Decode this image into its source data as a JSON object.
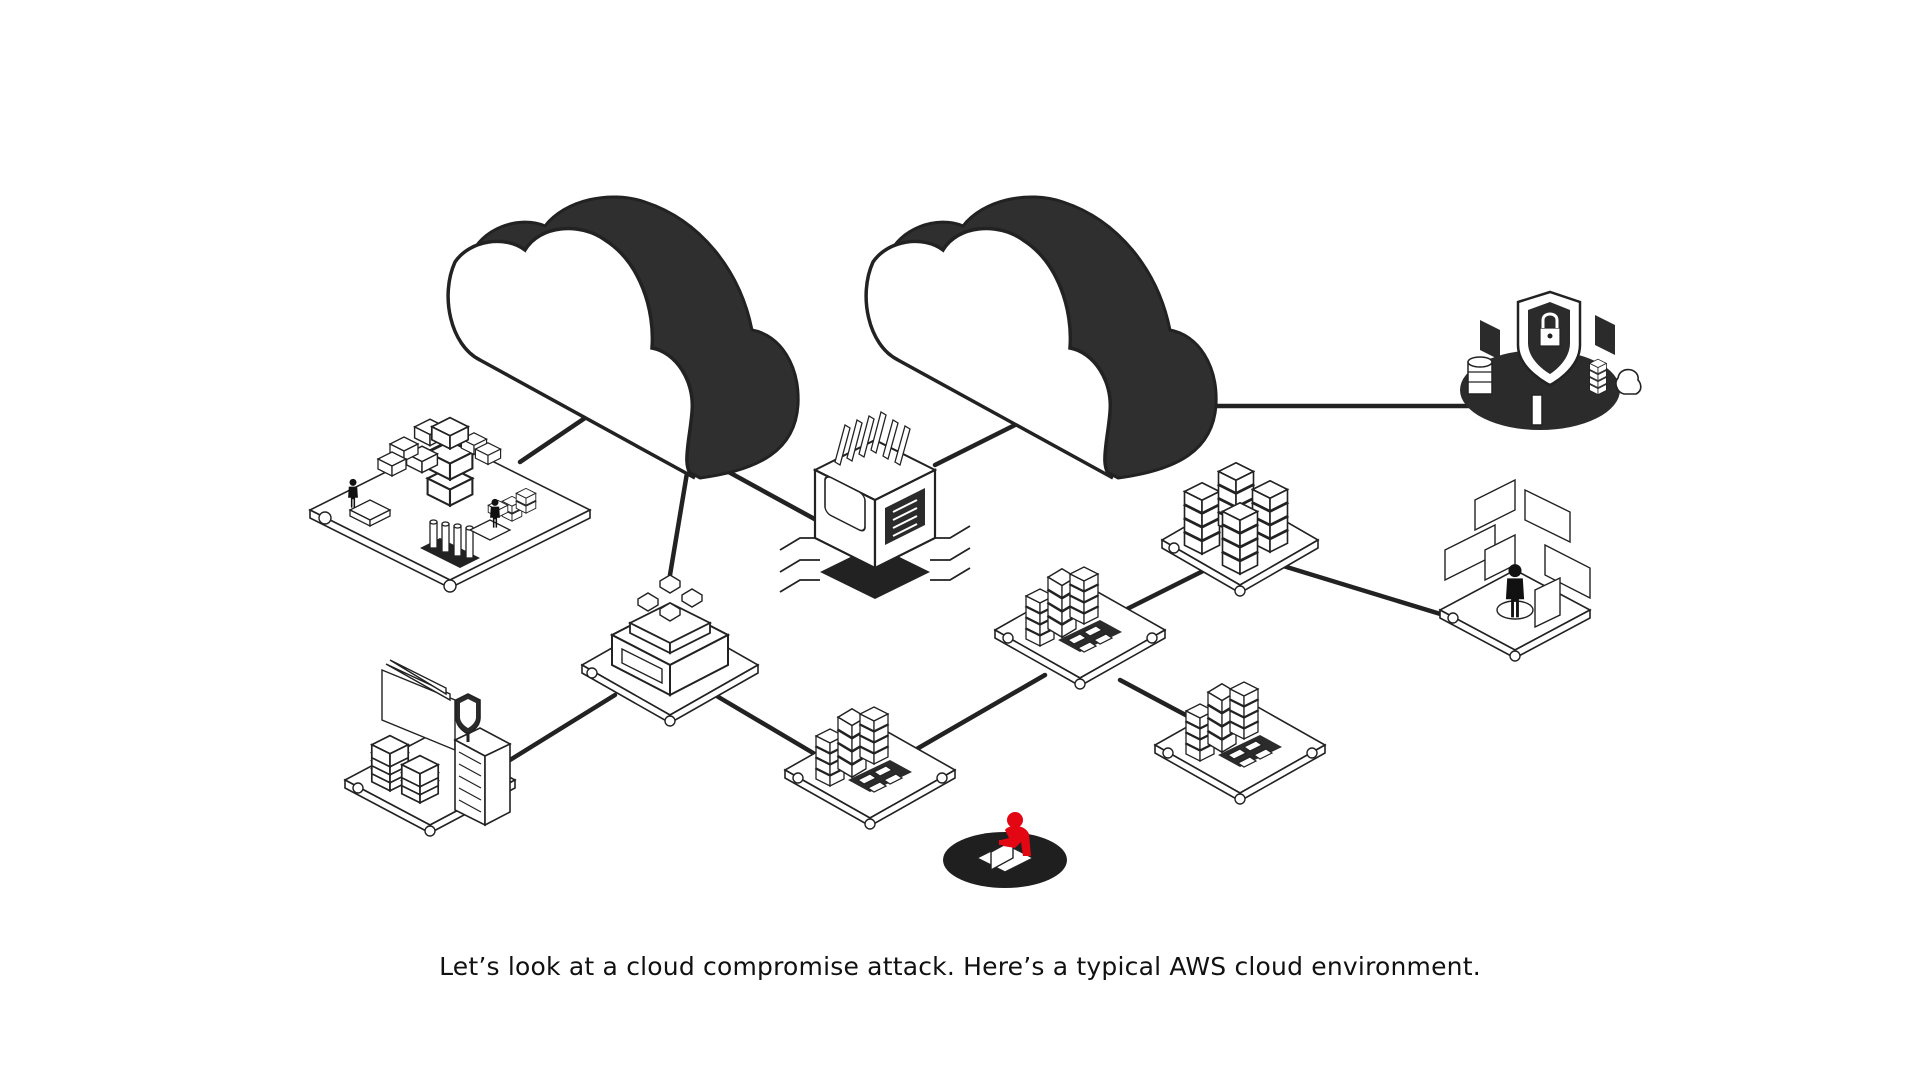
{
  "caption": "Let’s look at a cloud compromise attack. Here’s a typical AWS cloud environment.",
  "colors": {
    "ink": "#2e2e2e",
    "line": "#222222",
    "paper": "#ffffff",
    "attacker": "#e30613"
  },
  "nodes": [
    {
      "name": "cloud-left-icon",
      "kind": "cloud"
    },
    {
      "name": "cloud-right-icon",
      "kind": "cloud"
    },
    {
      "name": "security-shield-node",
      "kind": "security"
    },
    {
      "name": "office-campus-node",
      "kind": "office"
    },
    {
      "name": "processor-chip-node",
      "kind": "chip"
    },
    {
      "name": "gateway-hub-node",
      "kind": "gateway"
    },
    {
      "name": "server-cluster-node-1",
      "kind": "servers"
    },
    {
      "name": "server-cluster-node-2",
      "kind": "servers"
    },
    {
      "name": "server-cluster-node-3",
      "kind": "servers"
    },
    {
      "name": "storage-stack-node",
      "kind": "storage"
    },
    {
      "name": "user-workspace-node",
      "kind": "workspace"
    },
    {
      "name": "firewall-datacenter-node",
      "kind": "datacenter"
    },
    {
      "name": "attacker-icon",
      "kind": "attacker"
    }
  ]
}
